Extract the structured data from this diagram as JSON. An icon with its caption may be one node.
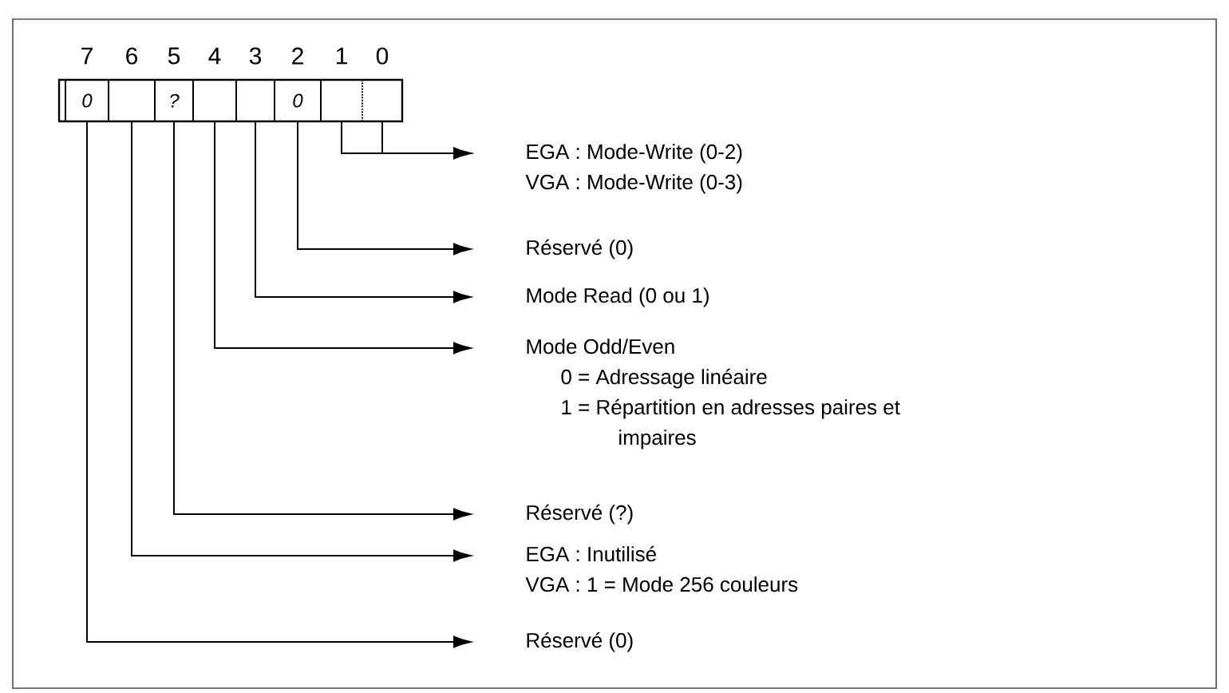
{
  "diagram": {
    "nodes": [
      {
        "text": [
          "0"
        ],
        "beside": [
          "7"
        ]
      },
      {
        "text": [],
        "shape": "box",
        "beside": [
          "6"
        ]
      },
      {
        "text": [
          "?"
        ],
        "beside": [
          "5"
        ]
      },
      {
        "text": [],
        "shape": "box",
        "beside": [
          "4"
        ]
      },
      {
        "text": [],
        "shape": "box",
        "beside": [
          "3"
        ]
      },
      {
        "text": [
          "0"
        ],
        "beside": [
          "2"
        ]
      },
      {
        "text": [],
        "shape": "box",
        "beside": [
          "1"
        ]
      },
      {
        "text": [],
        "shape": "box",
        "beside": [
          "0"
        ]
      },
      {
        "text": [
          "EGA : Mode-Write (0-2)",
          "VGA : Mode-Write (0-3)"
        ]
      },
      {
        "text": [
          "Réservé (0)"
        ]
      },
      {
        "text": [
          "Mode Read (0 ou 1)"
        ]
      },
      {
        "text": [
          "Mode Odd/Even",
          "0 = Adressage linéaire",
          "1 = Répartition en adresses paires et impaires"
        ]
      },
      {
        "text": [
          "Réservé (?)"
        ]
      },
      {
        "text": [
          "EGA : Inutilisé",
          "VGA : 1 = Mode 256 couleurs"
        ]
      },
      {
        "text": [
          "Réservé (0)"
        ]
      }
    ],
    "edges": [
      {
        "from": 6,
        "to": 8,
        "arrow": "to"
      },
      {
        "from": 7,
        "to": 8,
        "arrow": "to"
      },
      {
        "from": 5,
        "to": 9,
        "arrow": "to"
      },
      {
        "from": 4,
        "to": 10,
        "arrow": "to"
      },
      {
        "from": 3,
        "to": 11,
        "arrow": "to"
      },
      {
        "from": 2,
        "to": 12,
        "arrow": "to"
      },
      {
        "from": 1,
        "to": 13,
        "arrow": "to"
      },
      {
        "from": 0,
        "to": 14,
        "arrow": "to"
      }
    ]
  }
}
